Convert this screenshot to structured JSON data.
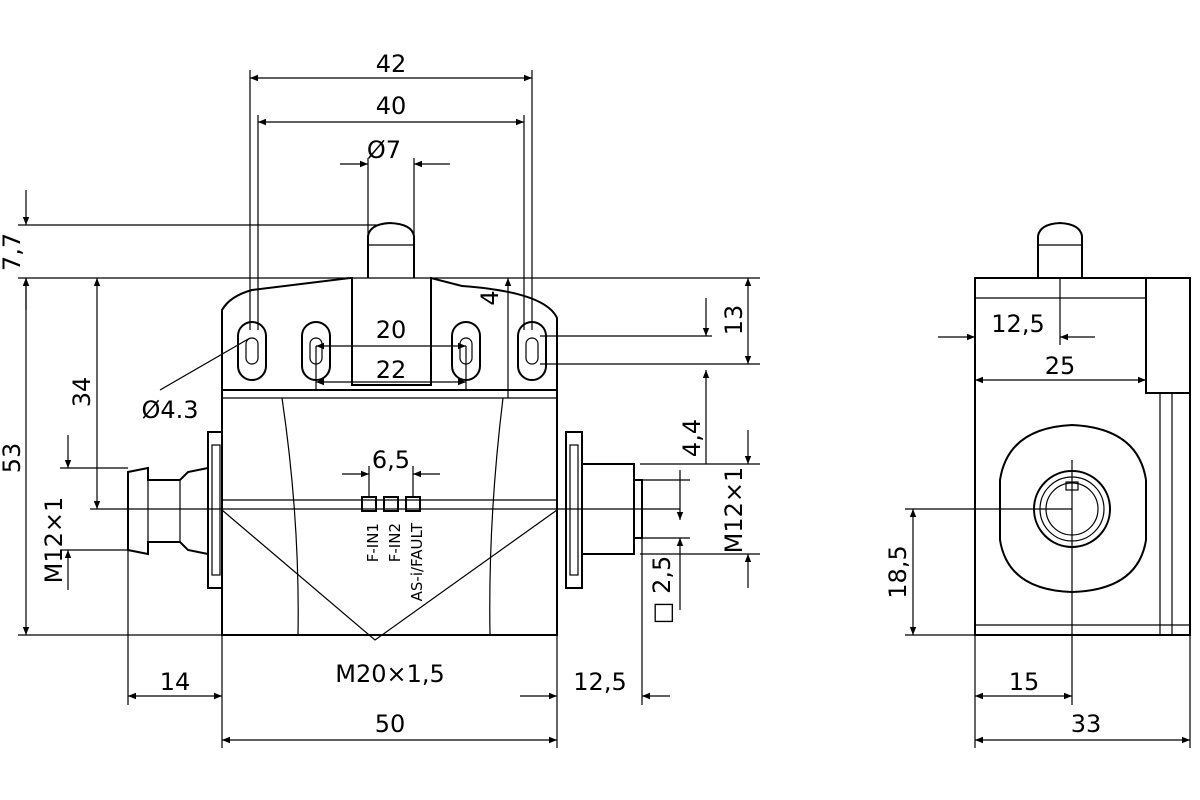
{
  "dimensions": {
    "width_42": "42",
    "width_40": "40",
    "plunger_dia": "Ø7",
    "height_7_7": "7,7",
    "slot_4": "4",
    "slot_13": "13",
    "pitch_20": "20",
    "pitch_22": "22",
    "hole_dia": "Ø4.3",
    "height_34": "34",
    "height_53": "53",
    "offset_4_4": "4,4",
    "led_pitch": "6,5",
    "conn_left": "M12×1",
    "conn_right": "M12×1",
    "sq_2_5": "□ 2,5",
    "gland": "M20×1,5",
    "len_14": "14",
    "len_12_5_bottom": "12,5",
    "len_50": "50",
    "side_12_5": "12,5",
    "side_25": "25",
    "side_18_5": "18,5",
    "side_15": "15",
    "side_33": "33"
  },
  "leds": {
    "led1": "F-IN1",
    "led2": "F-IN2",
    "led3": "AS-i/FAULT"
  }
}
